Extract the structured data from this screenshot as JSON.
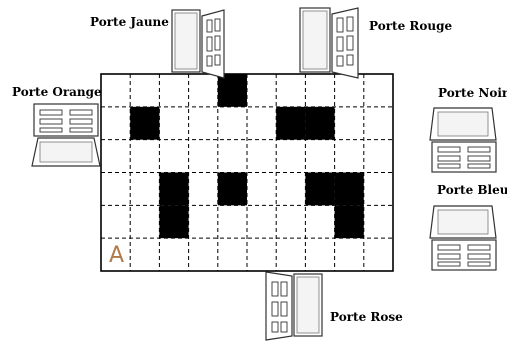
{
  "grid": {
    "rows": 6,
    "cols": 10,
    "black_cells": [
      [
        0,
        4
      ],
      [
        1,
        1
      ],
      [
        1,
        6
      ],
      [
        1,
        7
      ],
      [
        3,
        2
      ],
      [
        3,
        4
      ],
      [
        3,
        7
      ],
      [
        3,
        8
      ],
      [
        4,
        2
      ],
      [
        4,
        8
      ]
    ],
    "start_marker": "A",
    "marker_color": "#b07a4a"
  },
  "doors": {
    "jaune": "Porte Jaune",
    "rouge": "Porte Rouge",
    "orange": "Porte Orange",
    "noire": "Porte Noire",
    "bleue": "Porte Bleue",
    "rose": "Porte Rose"
  }
}
